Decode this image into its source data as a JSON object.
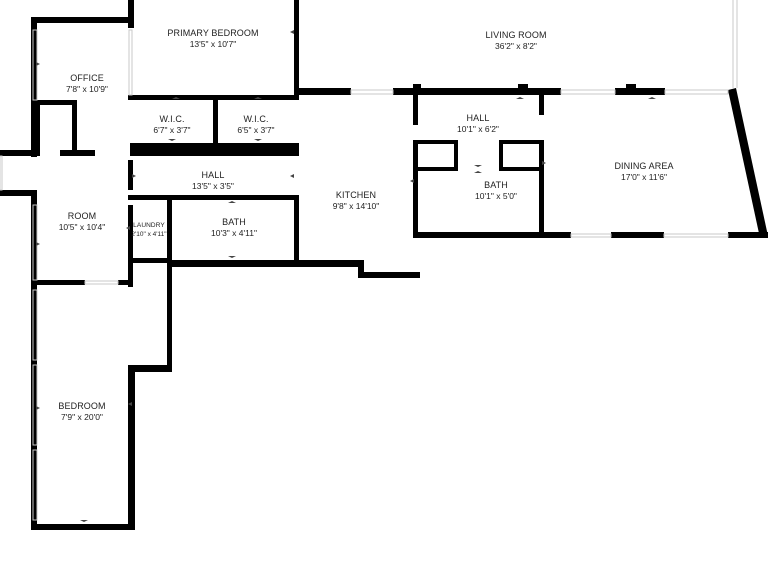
{
  "rooms": {
    "primary_bedroom": {
      "name": "PRIMARY BEDROOM",
      "dims": "13'5\" x 10'7\""
    },
    "living_room": {
      "name": "LIVING ROOM",
      "dims": "36'2\" x 8'2\""
    },
    "office": {
      "name": "OFFICE",
      "dims": "7'8\" x 10'9\""
    },
    "wic_1": {
      "name": "W.I.C.",
      "dims": "6'7\" x 3'7\""
    },
    "wic_2": {
      "name": "W.I.C.",
      "dims": "6'5\" x 3'7\""
    },
    "hall_upper": {
      "name": "HALL",
      "dims": "10'1\" x 6'2\""
    },
    "hall_center": {
      "name": "HALL",
      "dims": "13'5\" x 3'5\""
    },
    "kitchen": {
      "name": "KITCHEN",
      "dims": "9'8\" x 14'10\""
    },
    "dining_area": {
      "name": "DINING AREA",
      "dims": "17'0\" x 11'6\""
    },
    "bath_right": {
      "name": "BATH",
      "dims": "10'1\" x 5'0\""
    },
    "room": {
      "name": "ROOM",
      "dims": "10'5\" x 10'4\""
    },
    "laundry": {
      "name": "LAUNDRY",
      "dims": "2'10\" x 4'11\""
    },
    "bath_center": {
      "name": "BATH",
      "dims": "10'3\" x 4'11\""
    },
    "bedroom": {
      "name": "BEDROOM",
      "dims": "7'9\" x 20'0\""
    }
  }
}
